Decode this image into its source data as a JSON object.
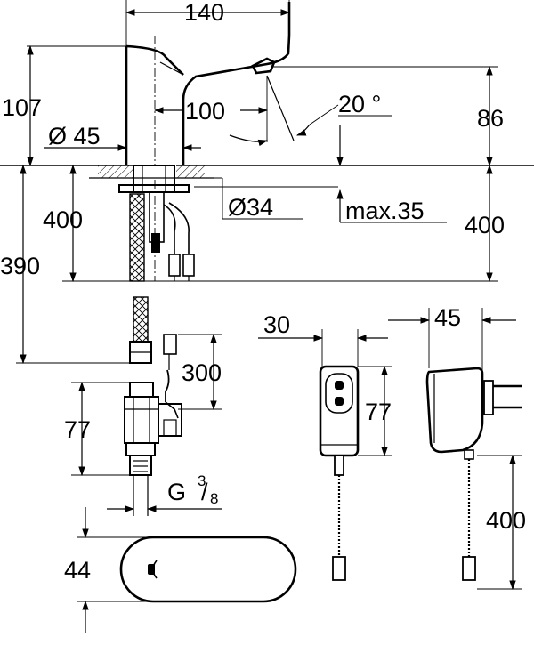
{
  "dimensions": {
    "width_140": "140",
    "height_107": "107",
    "reach_100": "100",
    "angle_20": "20 °",
    "height_86": "86",
    "diameter_45": "Ø 45",
    "diameter_34": "Ø34",
    "max_35": "max.35",
    "hose_400_left": "400",
    "hose_400_right": "400",
    "height_390": "390",
    "cable_300": "300",
    "valve_77": "77",
    "thread_g": "G",
    "thread_num": "3",
    "thread_den": "8",
    "box_width_30": "30",
    "box_height_77": "77",
    "adapter_width_45": "45",
    "adapter_cable_400": "400",
    "sensor_44": "44"
  }
}
